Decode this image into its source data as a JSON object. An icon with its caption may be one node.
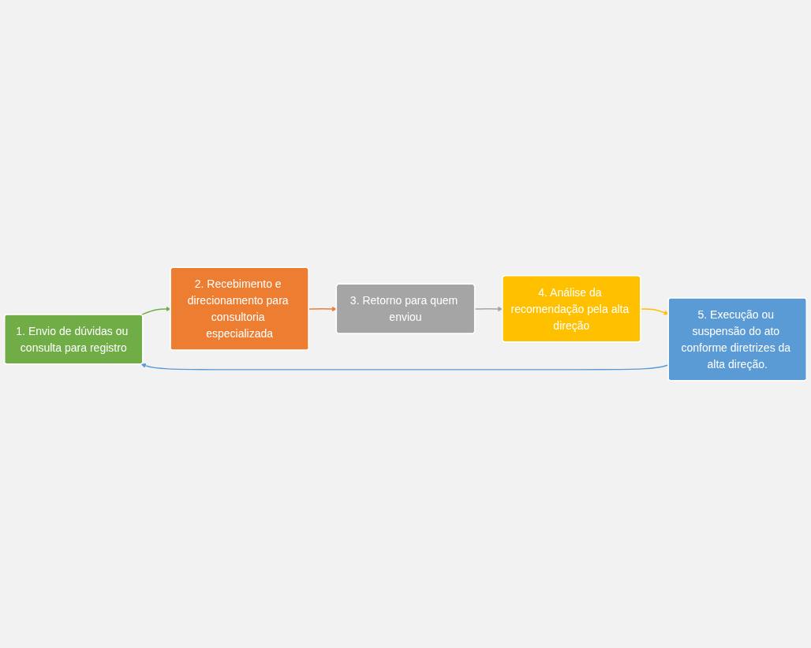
{
  "diagram": {
    "nodes": [
      {
        "text": [
          "1. Envio de dúvidas ou consulta para registro"
        ]
      },
      {
        "text": [
          "2. Recebimento e direcionamento para consultoria especializada"
        ]
      },
      {
        "text": [
          "3. Retorno para quem enviou"
        ]
      },
      {
        "text": [
          "4. Análise da recomendação pela alta direção"
        ]
      },
      {
        "text": [
          "5. Execução ou suspensão do ato conforme diretrizes da alta direção."
        ]
      }
    ],
    "edges": [
      {
        "from": 0,
        "to": 1,
        "arrow": "to",
        "color": "#70ad47"
      },
      {
        "from": 1,
        "to": 2,
        "arrow": "to",
        "color": "#ed7d31"
      },
      {
        "from": 2,
        "to": 3,
        "arrow": "to",
        "color": "#a5a5a5"
      },
      {
        "from": 3,
        "to": 4,
        "arrow": "to",
        "color": "#ffc000"
      },
      {
        "from": 4,
        "to": 0,
        "arrow": "to",
        "color": "#5b9bd5"
      }
    ]
  }
}
